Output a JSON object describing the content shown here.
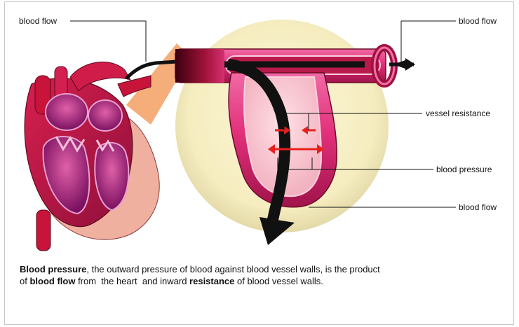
{
  "labels": {
    "blood_flow_top_left": "blood flow",
    "blood_flow_top_right": "blood flow",
    "vessel_resistance": "vessel resistance",
    "blood_pressure": "blood pressure",
    "blood_flow_lower": "blood flow"
  },
  "caption": {
    "line1_bold": "Blood pressure",
    "line1_rest": ", the outward pressure of blood against blood vessel walls, is the product",
    "line2_pre": "of ",
    "line2_bold1": "blood flow",
    "line2_mid": " from  the heart  and inward ",
    "line2_bold2": "resistance",
    "line2_end": " of blood vessel walls."
  },
  "colors": {
    "heart_red": "#c8143a",
    "heart_magenta": "#a3185f",
    "vessel_pink": "#e8408a",
    "circle_fill": "#f8f0c8",
    "arrow_red": "#e8201c",
    "skin": "#f3b6a0",
    "cone": "#f4a46c"
  }
}
